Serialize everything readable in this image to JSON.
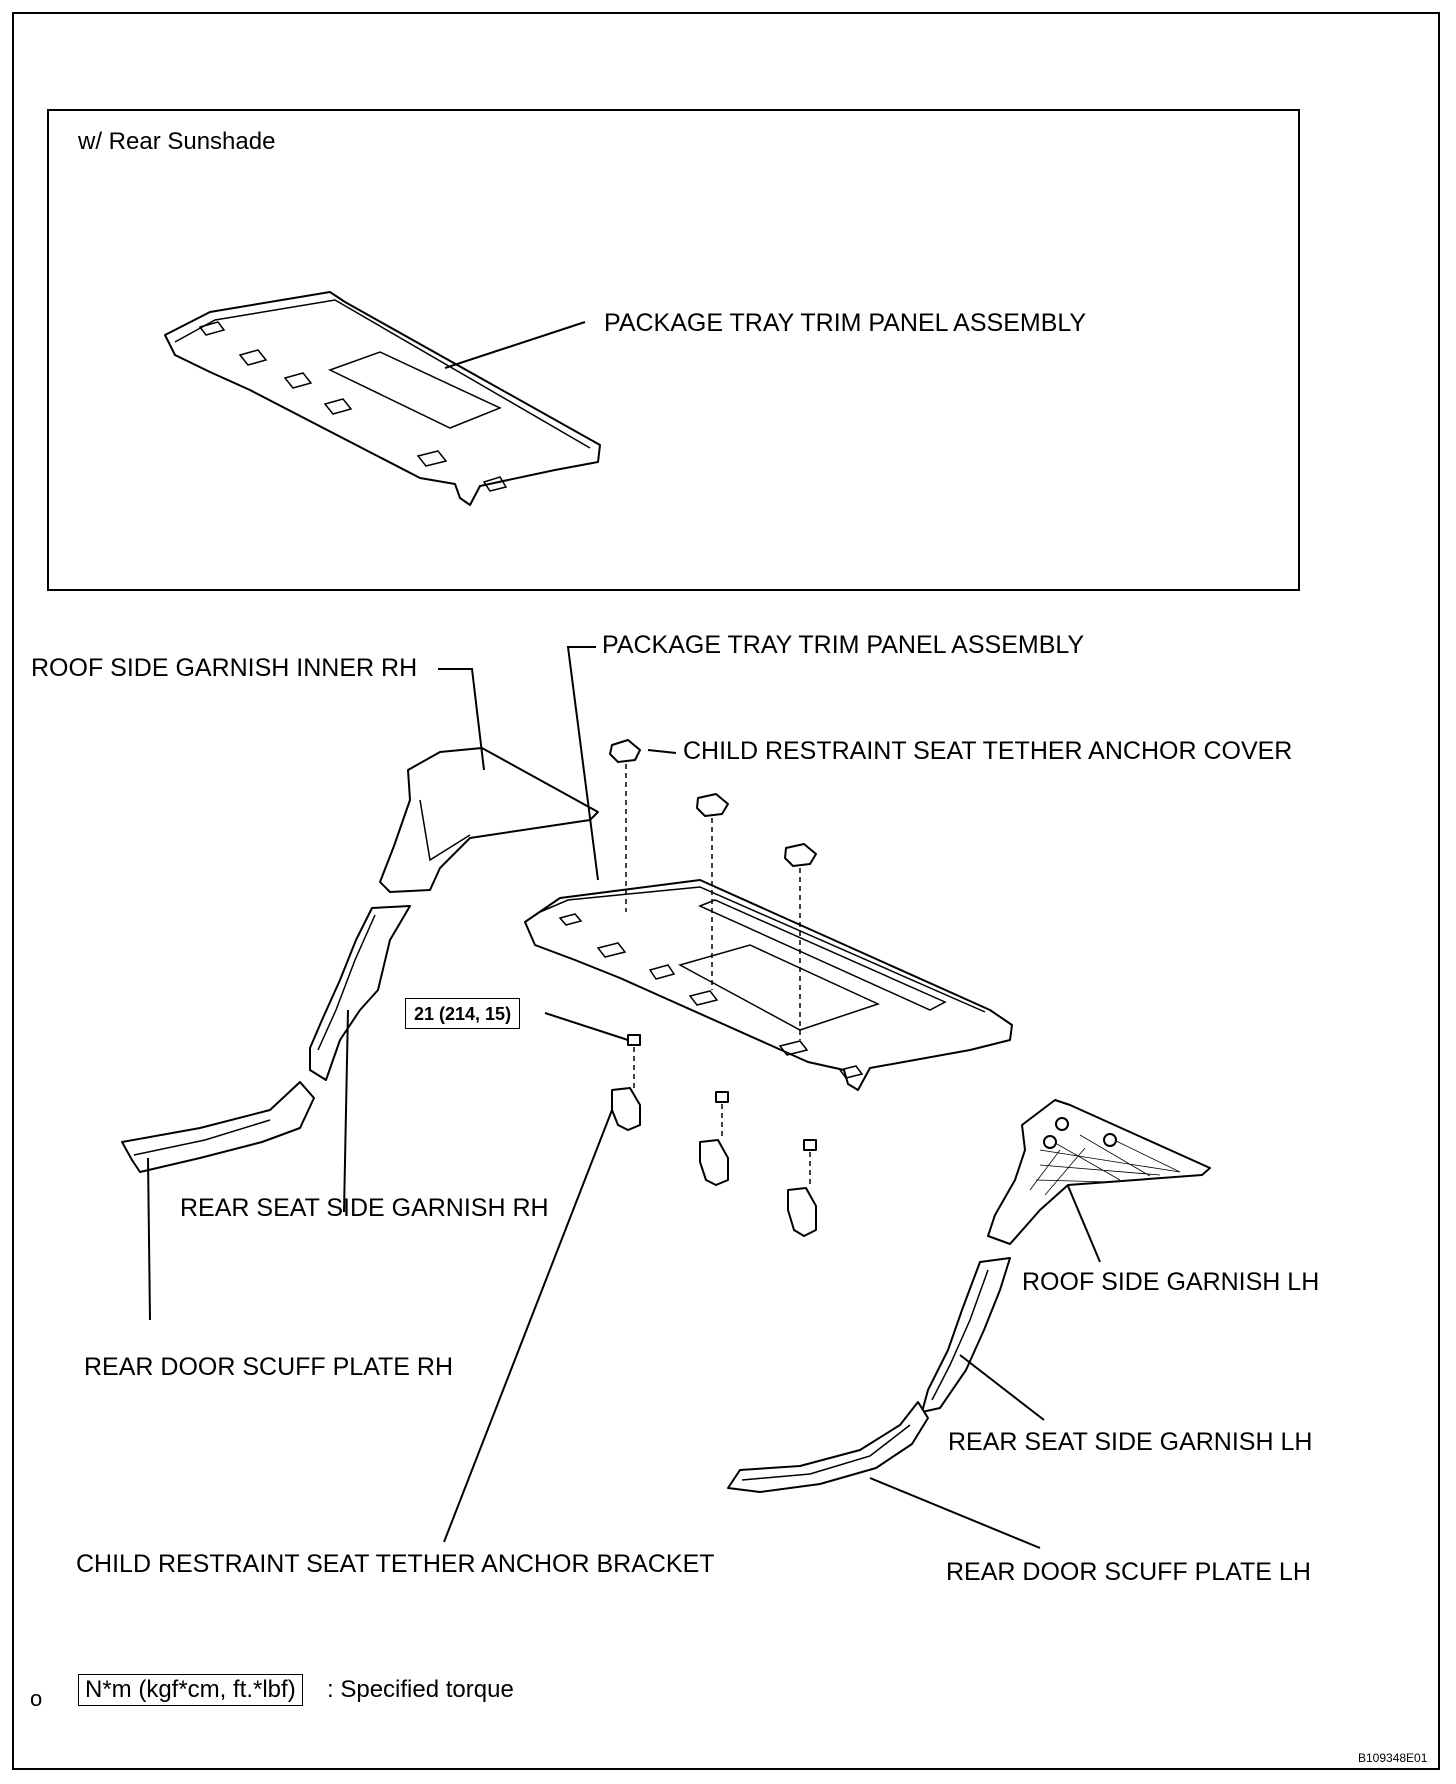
{
  "inset": {
    "title": "w/ Rear Sunshade",
    "package_tray_label": "PACKAGE TRAY TRIM PANEL ASSEMBLY"
  },
  "labels": {
    "package_tray": "PACKAGE TRAY TRIM PANEL  ASSEMBLY",
    "tether_cover": "CHILD RESTRAINT SEAT TETHER ANCHOR COVER",
    "roof_side_inner_rh": "ROOF SIDE GARNISH INNER RH",
    "rear_seat_side_rh": "REAR SEAT SIDE GARNISH RH",
    "scuff_rh": "REAR DOOR SCUFF PLATE RH",
    "tether_bracket": "CHILD RESTRAINT SEAT TETHER ANCHOR BRACKET",
    "roof_side_lh": "ROOF SIDE GARNISH LH",
    "rear_seat_side_lh": "REAR SEAT SIDE GARNISH LH",
    "scuff_lh": "REAR DOOR SCUFF PLATE LH"
  },
  "torque": {
    "value": "21 (214, 15)"
  },
  "legend": {
    "marker": "o",
    "unit_box": "N*m (kgf*cm, ft.*lbf)",
    "text": ": Specified torque"
  },
  "figure_code": "B109348E01"
}
